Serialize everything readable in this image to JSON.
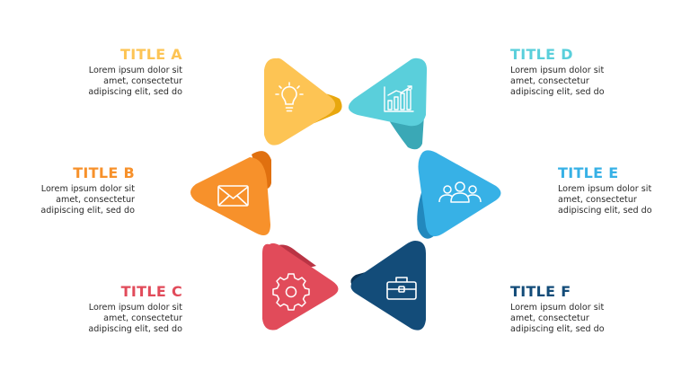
{
  "colors": {
    "a": "#FDC454",
    "a_dark": "#E8A70E",
    "b": "#F7912B",
    "b_dark": "#E0700F",
    "c": "#E14B5A",
    "c_dark": "#B93444",
    "d": "#5ACFDB",
    "d_dark": "#3AA8B6",
    "e": "#37B1E6",
    "e_dark": "#2288BD",
    "f": "#134C79",
    "f_dark": "#0C3355"
  },
  "items": [
    {
      "id": "a",
      "title": "TITLE A",
      "text": "Lorem ipsum dolor sit\namet, consectetur\nadipiscing elit, sed do",
      "icon": "lightbulb-icon"
    },
    {
      "id": "b",
      "title": "TITLE B",
      "text": "Lorem ipsum dolor sit\namet, consectetur\nadipiscing elit, sed do",
      "icon": "envelope-icon"
    },
    {
      "id": "c",
      "title": "TITLE C",
      "text": "Lorem ipsum dolor sit\namet, consectetur\nadipiscing elit, sed do",
      "icon": "gear-icon"
    },
    {
      "id": "d",
      "title": "TITLE D",
      "text": "Lorem ipsum dolor sit\namet, consectetur\nadipiscing elit, sed do",
      "icon": "bar-chart-icon"
    },
    {
      "id": "e",
      "title": "TITLE E",
      "text": "Lorem ipsum dolor sit\namet, consectetur\nadipiscing elit, sed do",
      "icon": "users-icon"
    },
    {
      "id": "f",
      "title": "TITLE F",
      "text": "Lorem ipsum dolor sit\namet, consectetur\nadipiscing elit, sed do",
      "icon": "briefcase-icon"
    }
  ]
}
